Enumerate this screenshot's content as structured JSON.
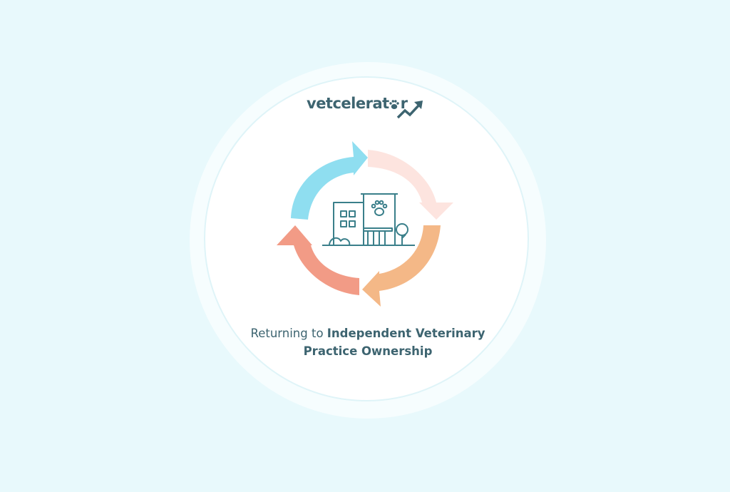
{
  "brand": {
    "name": "vetcelerat",
    "name_tail": "r",
    "primary_color": "#3d6470"
  },
  "graphic": {
    "arrow_colors": {
      "top_left": "#8fdef0",
      "top_right": "#fde4df",
      "bottom_right": "#f4b887",
      "bottom_left": "#f29b86"
    },
    "line_color": "#3a7f8a"
  },
  "caption": {
    "plain": "Returning to ",
    "bold_line1": "Independent Veterinary",
    "bold_line2": "Practice Ownership"
  }
}
